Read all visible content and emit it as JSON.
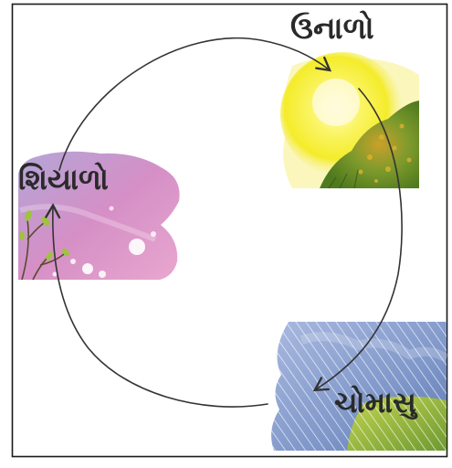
{
  "diagram": {
    "type": "seasonal-cycle",
    "direction": "clockwise",
    "colors": {
      "frame": "#1a1a1a",
      "arrow": "#333333",
      "summer_sun": "#f4ec2a",
      "summer_tree": "#5e8c22",
      "winter_wash": "#c98ac8",
      "monsoon_wash": "#7f97c9"
    },
    "seasons": [
      {
        "id": "summer",
        "label": "ઉનાળો",
        "image": "sun-and-tree-painting"
      },
      {
        "id": "monsoon",
        "label": "ચોમાસુ",
        "image": "rain-clouds-and-grass-painting"
      },
      {
        "id": "winter",
        "label": "શિયાળો",
        "image": "frost-and-flowers-painting"
      }
    ]
  }
}
